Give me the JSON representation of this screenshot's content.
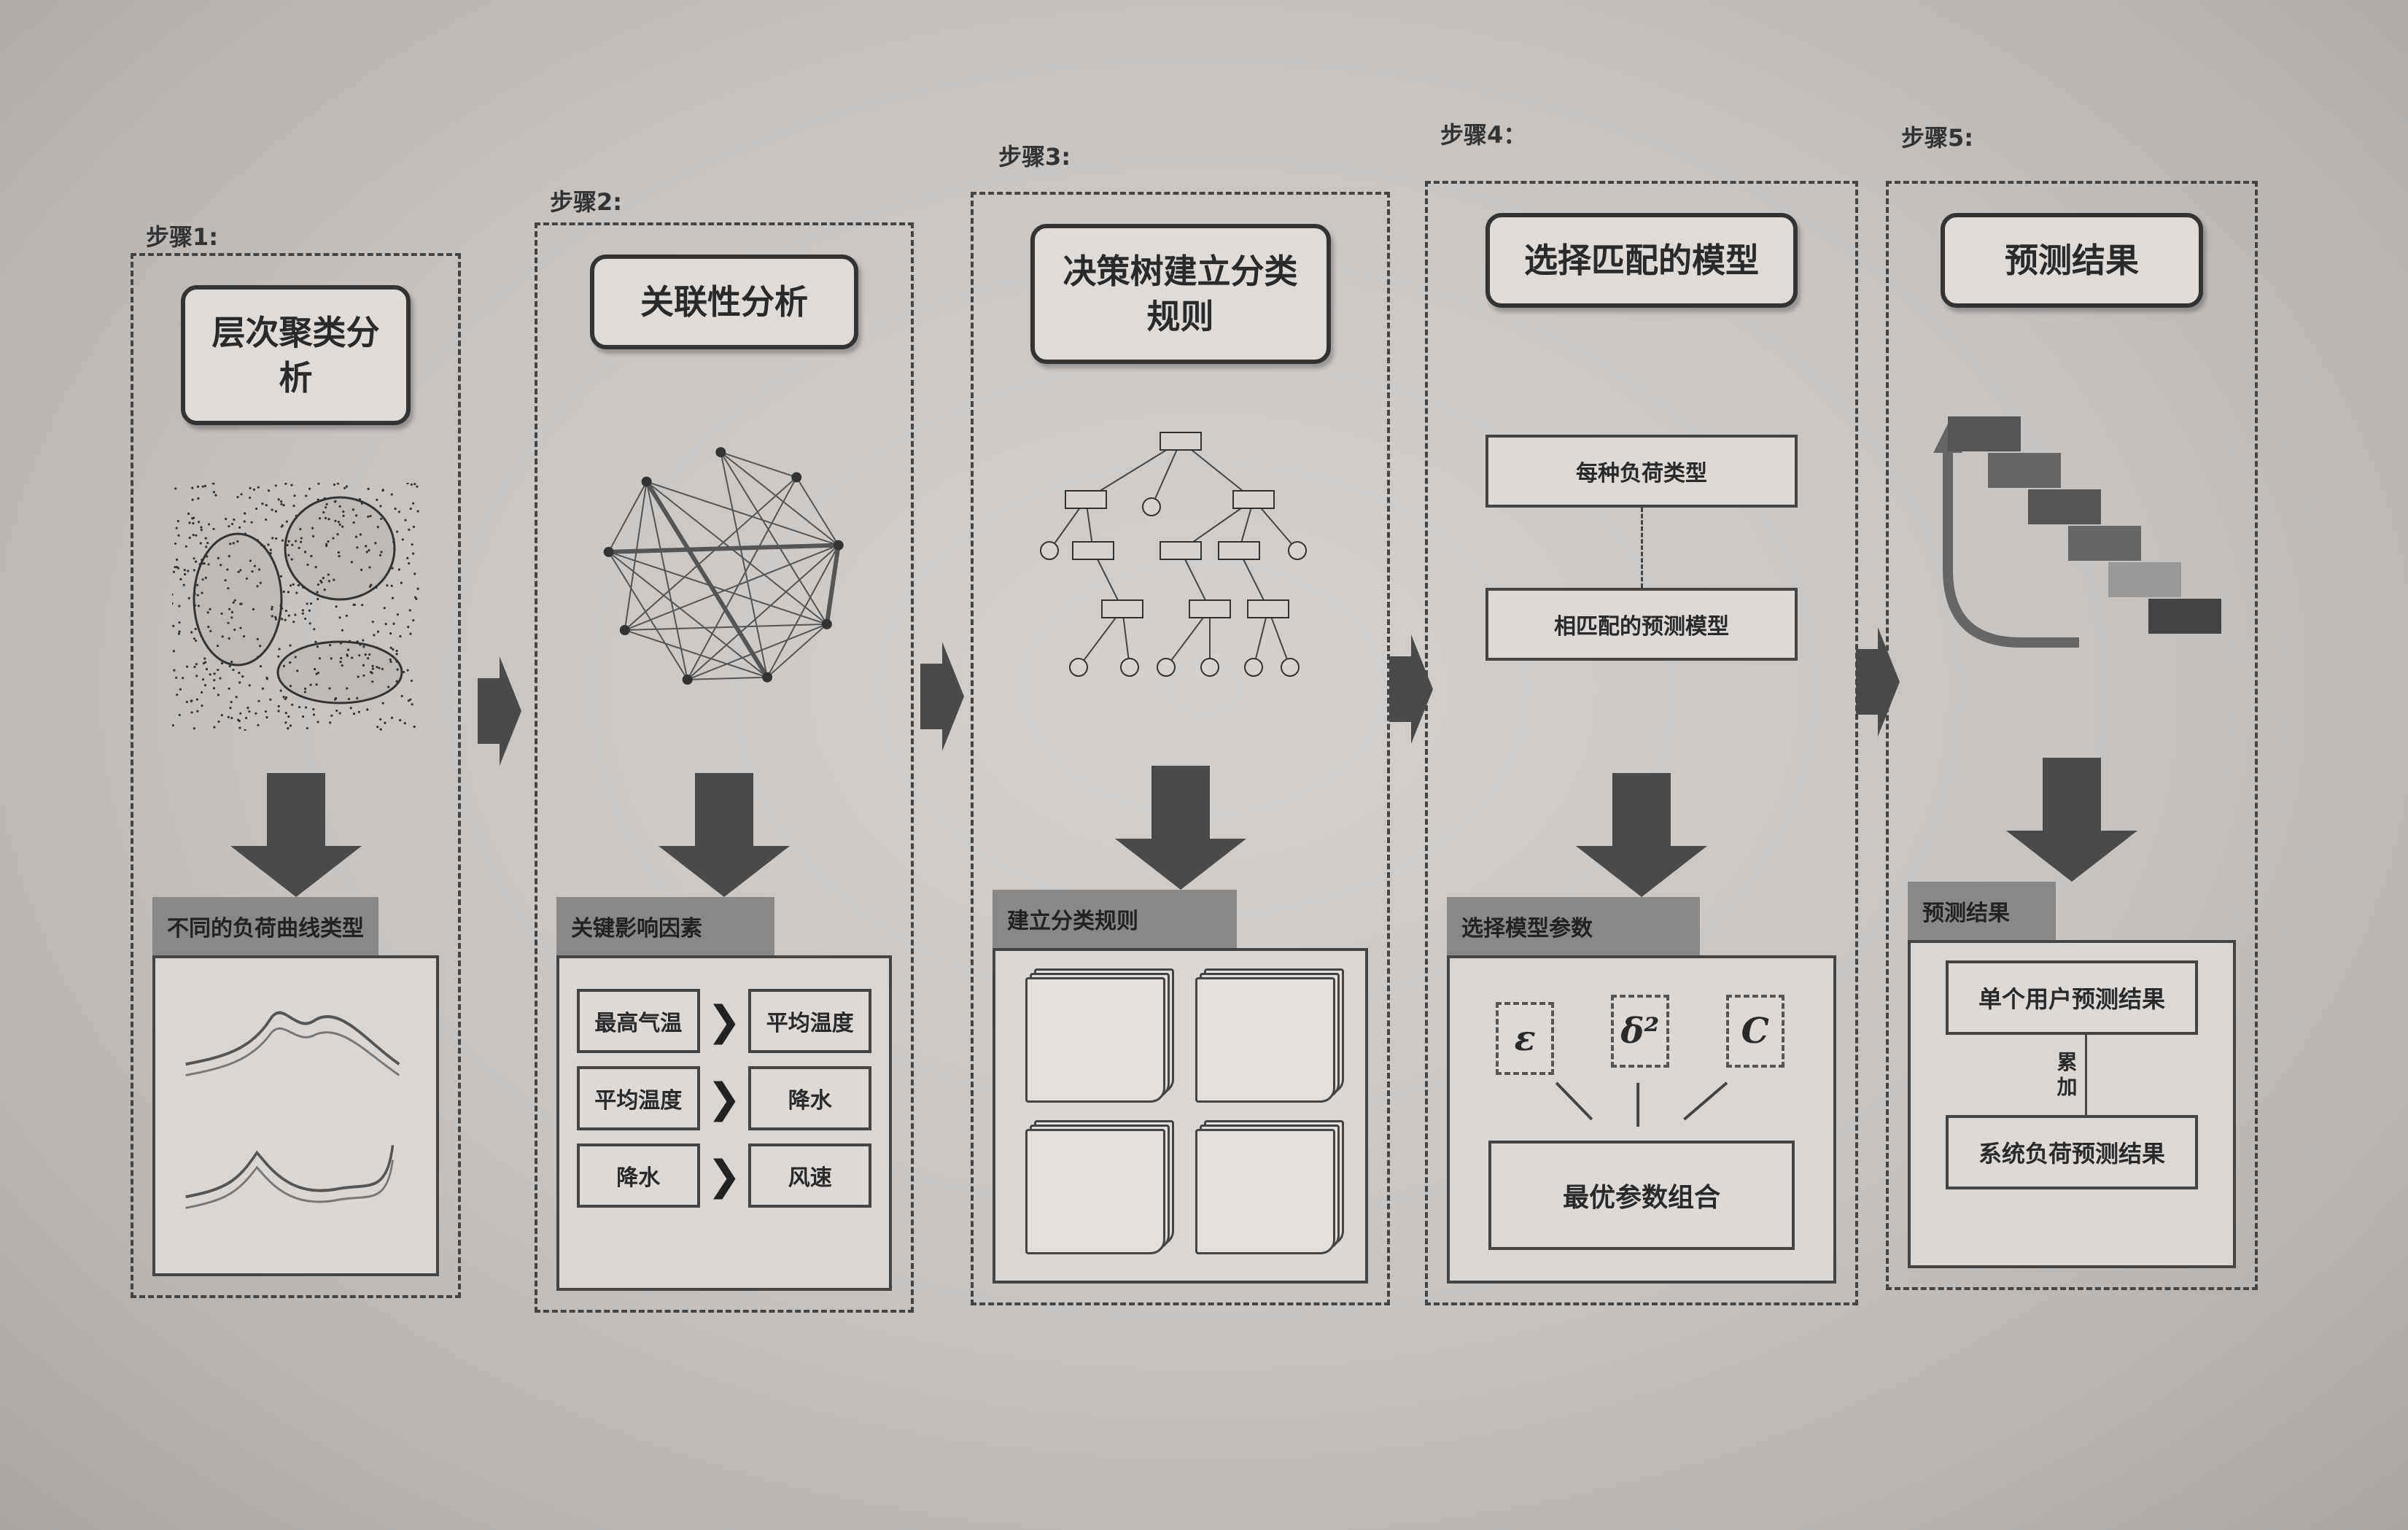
{
  "steps": [
    {
      "label": "步骤1:",
      "title": "层次聚类分析",
      "tag": "不同的负荷曲线类型"
    },
    {
      "label": "步骤2:",
      "title": "关联性分析",
      "tag": "关键影响因素",
      "pairs": [
        [
          "最高气温",
          "平均温度"
        ],
        [
          "平均温度",
          "降水"
        ],
        [
          "降水",
          "风速"
        ]
      ]
    },
    {
      "label": "步骤3:",
      "title": "决策树建立分类规则",
      "tag": "建立分类规则"
    },
    {
      "label": "步骤4：",
      "title": "选择匹配的模型",
      "box1": "每种负荷类型",
      "box2": "相匹配的预测模型",
      "tag": "选择模型参数",
      "params": [
        "ε",
        "δ²",
        "C"
      ],
      "result": "最优参数组合"
    },
    {
      "label": "步骤5:",
      "title": "预测结果",
      "tag": "预测结果",
      "box1": "单个用户预测结果",
      "accumulate": "累加",
      "box2": "系统负荷预测结果"
    }
  ],
  "colors": {
    "ink": "#333333",
    "tag_bg": "#8a8886",
    "arrow": "#4a4a4a"
  }
}
